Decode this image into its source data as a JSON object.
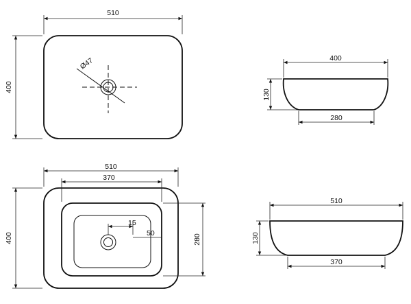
{
  "top_view": {
    "width_label": "510",
    "depth_label": "400",
    "hole_label": "Ø47"
  },
  "side_view_short": {
    "top_width_label": "400",
    "height_label": "130",
    "base_width_label": "280"
  },
  "plan_view": {
    "width_label": "510",
    "inner_width_label": "370",
    "depth_label": "400",
    "inner_depth_label": "280",
    "drain_offset_label": "15",
    "drain_edge_label": "50"
  },
  "side_view_long": {
    "top_width_label": "510",
    "height_label": "130",
    "base_width_label": "370"
  }
}
